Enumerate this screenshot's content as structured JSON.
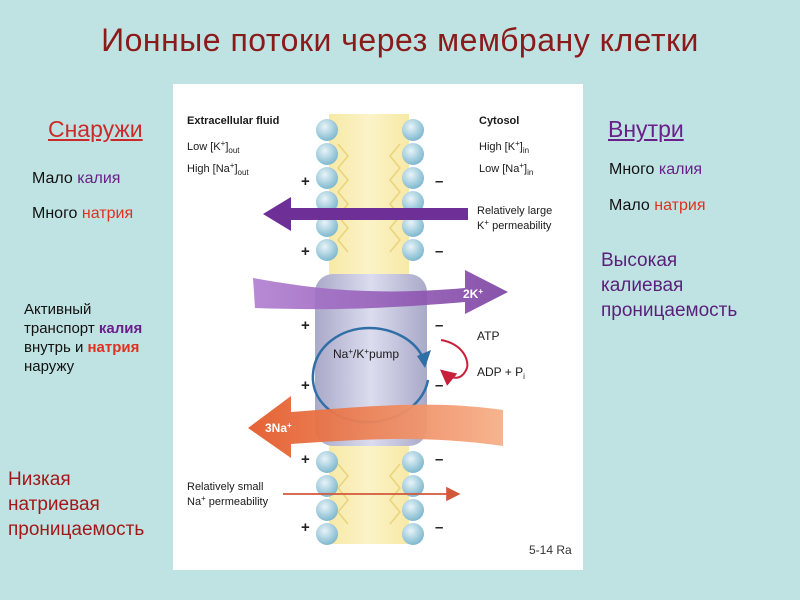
{
  "title": "Ионные потоки через мембрану клетки",
  "outside": {
    "heading": "Снаружи",
    "line1_prefix": "Мало ",
    "line1_ion": "калия",
    "line2_prefix": "Много ",
    "line2_ion": "натрия"
  },
  "inside": {
    "heading": "Внутри",
    "line1_prefix": "Много ",
    "line1_ion": "калия",
    "line2_prefix": "Мало ",
    "line2_ion": "натрия"
  },
  "active_transport": {
    "line1": "Активный",
    "line2_prefix": "транспорт ",
    "line2_ion": "калия",
    "line3_prefix": "внутрь и ",
    "line3_ion": "натрия",
    "line4": "наружу"
  },
  "high_k_perm": {
    "line1": "Высокая",
    "line2": "калиевая",
    "line3": "проницаемость"
  },
  "low_na_perm": {
    "line1": "Низкая",
    "line2": "натриевая",
    "line3": "проницаемость"
  },
  "figure": {
    "extracellular": "Extracellular fluid",
    "cytosol": "Cytosol",
    "low_k_out": "Low [K",
    "high_na_out": "High [Na",
    "high_k_in": "High [K",
    "low_na_in": "Low  [Na",
    "sup_plus": "+",
    "sub_out": "out",
    "sub_in": "in",
    "k_perm_1": "Relatively large",
    "k_perm_2": "K",
    "k_perm_2b": " permeability",
    "k2": "2K",
    "pump": "Na",
    "pump_mid": "/K",
    "pump_end": "pump",
    "atp": "ATP",
    "adp": "ADP + P",
    "adp_sub": "i",
    "na3": "3Na",
    "na_perm_1": "Relatively small",
    "na_perm_2": "Na",
    "na_perm_2b": " permeability",
    "fig_id": "5-14 Ra",
    "plus": "+",
    "minus": "–"
  },
  "colors": {
    "title": "#8b1a1a",
    "potassium": "#6a1f8a",
    "sodium": "#e0301e",
    "k_arrow": "#7a3fa0",
    "na_arrow": "#e8663a",
    "pump_arrow": "#2f6fa6"
  }
}
